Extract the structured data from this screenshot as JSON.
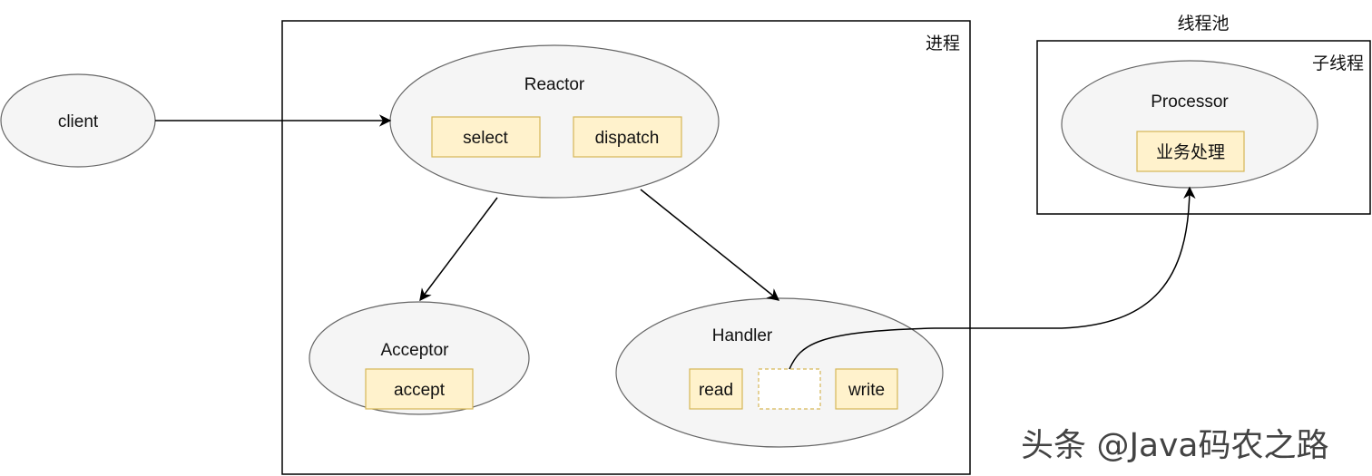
{
  "process": {
    "label": "进程"
  },
  "thread_pool": {
    "label": "线程池",
    "sub_label": "子线程"
  },
  "nodes": {
    "client": {
      "label": "client"
    },
    "reactor": {
      "label": "Reactor",
      "items": [
        "select",
        "dispatch"
      ]
    },
    "acceptor": {
      "label": "Acceptor",
      "items": [
        "accept"
      ]
    },
    "handler": {
      "label": "Handler",
      "items": [
        "read",
        "",
        "write"
      ]
    },
    "processor": {
      "label": "Processor",
      "items": [
        "业务处理"
      ]
    }
  },
  "watermark": {
    "text": "头条 @Java码农之路"
  },
  "colors": {
    "ellipse_fill": "#f5f5f5",
    "ellipse_stroke": "#666666",
    "box_fill": "#fff2cc",
    "box_stroke": "#d6b656",
    "frame_stroke": "#000000",
    "arrow": "#000000"
  }
}
